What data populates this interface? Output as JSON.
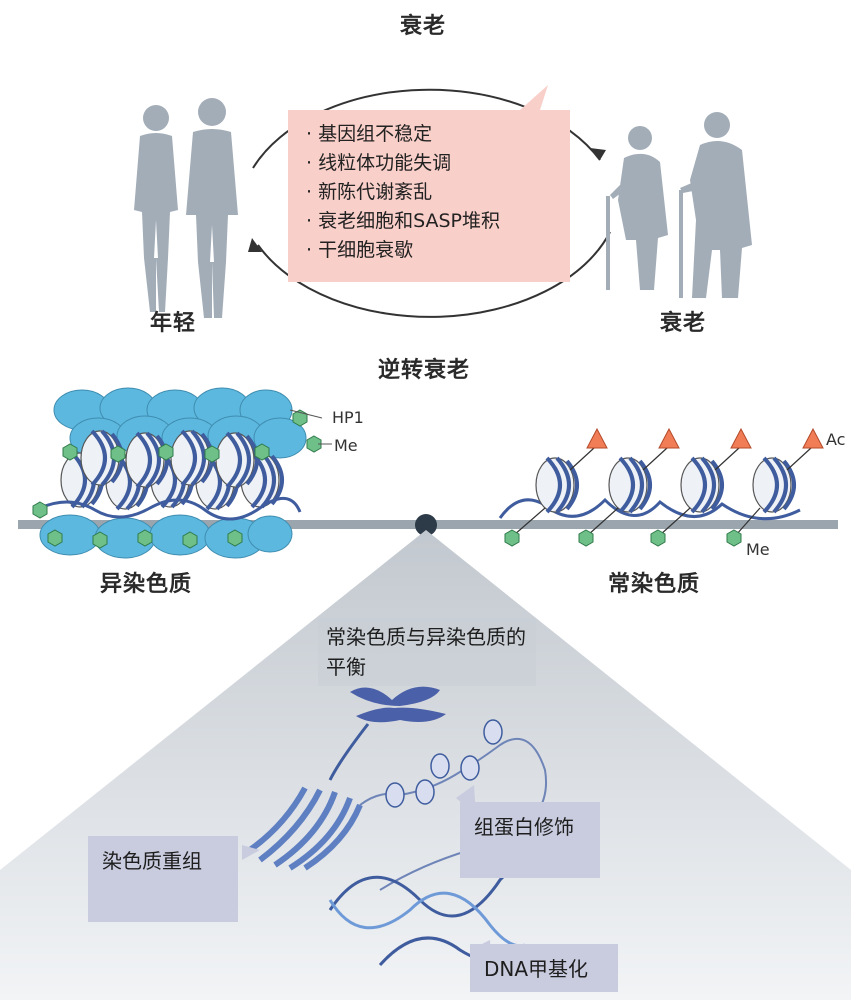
{
  "cycle": {
    "top_label": "衰老",
    "left_label": "年轻",
    "right_label": "衰老",
    "bottom_label": "逆转衰老",
    "hallmarks": [
      "· 基因组不稳定",
      "· 线粒体功能失调",
      "· 新陈代谢紊乱",
      "· 衰老细胞和SASP堆积",
      "· 干细胞衰歇"
    ],
    "bubble_color": "#f9cfc9"
  },
  "chromatin": {
    "heterochromatin_label": "异染色质",
    "euchromatin_label": "常染色质",
    "hp1_label": "HP1",
    "me_label": "Me",
    "ac_label": "Ac",
    "me_label_right": "Me"
  },
  "mechanisms": {
    "balance_label": "常染色质与异染色质的平衡",
    "chromatin_remodeling": "染色质重组",
    "histone_modification": "组蛋白修饰",
    "dna_methylation": "DNA甲基化"
  },
  "colors": {
    "figure_gray": "#a3adb8",
    "hp1_blue": "#5cb8df",
    "me_green": "#6fc088",
    "ac_orange": "#f07d55",
    "dna_blue": "#3e5c9e",
    "callout_bg": "#c9ccdf"
  }
}
